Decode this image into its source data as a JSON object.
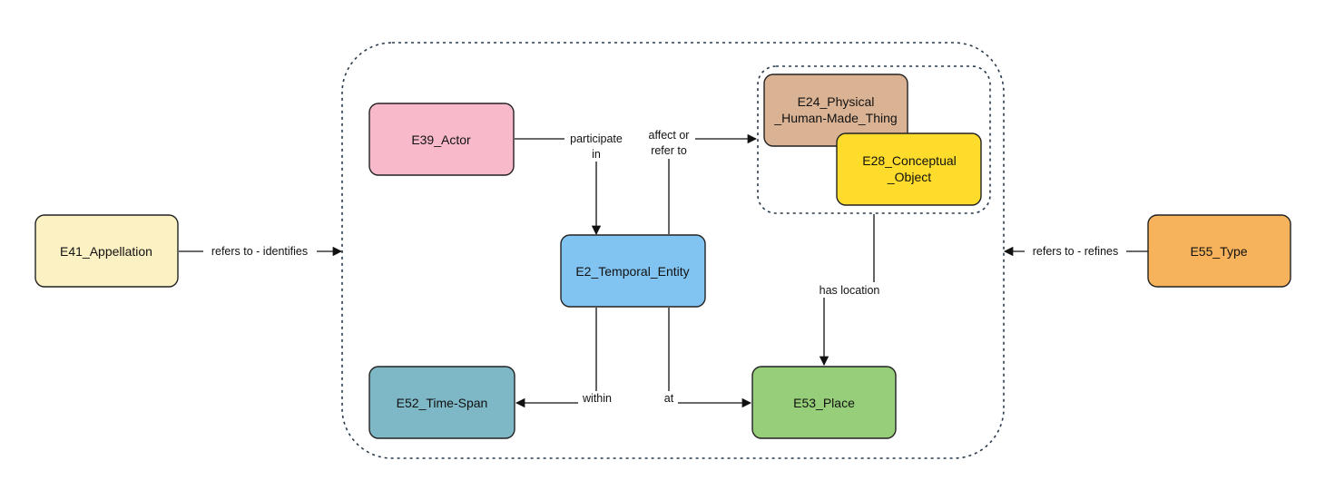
{
  "nodes": {
    "appellation": {
      "label": "E41_Appellation",
      "color": "#fcf1c2"
    },
    "actor": {
      "label": "E39_Actor",
      "color": "#f8b9cb"
    },
    "physical_thing": {
      "lines": [
        "E24_Physical",
        "_Human-Made_Thing"
      ],
      "color": "#dab394"
    },
    "conceptual_object": {
      "lines": [
        "E28_Conceptual",
        "_Object"
      ],
      "color": "#fddc2c"
    },
    "temporal_entity": {
      "label": "E2_Temporal_Entity",
      "color": "#82c4f1"
    },
    "type": {
      "label": "E55_Type",
      "color": "#f7b25c"
    },
    "time_span": {
      "label": "E52_Time-Span",
      "color": "#7eb8c6"
    },
    "place": {
      "label": "E53_Place",
      "color": "#96ce79"
    }
  },
  "edges": {
    "refers_identifies": "refers to - identifies",
    "refers_refines": "refers to - refines",
    "participate_in": [
      "participate",
      "in"
    ],
    "affect_refer": [
      "affect or",
      "refer to"
    ],
    "has_location": "has location",
    "within": "within",
    "at": "at"
  }
}
